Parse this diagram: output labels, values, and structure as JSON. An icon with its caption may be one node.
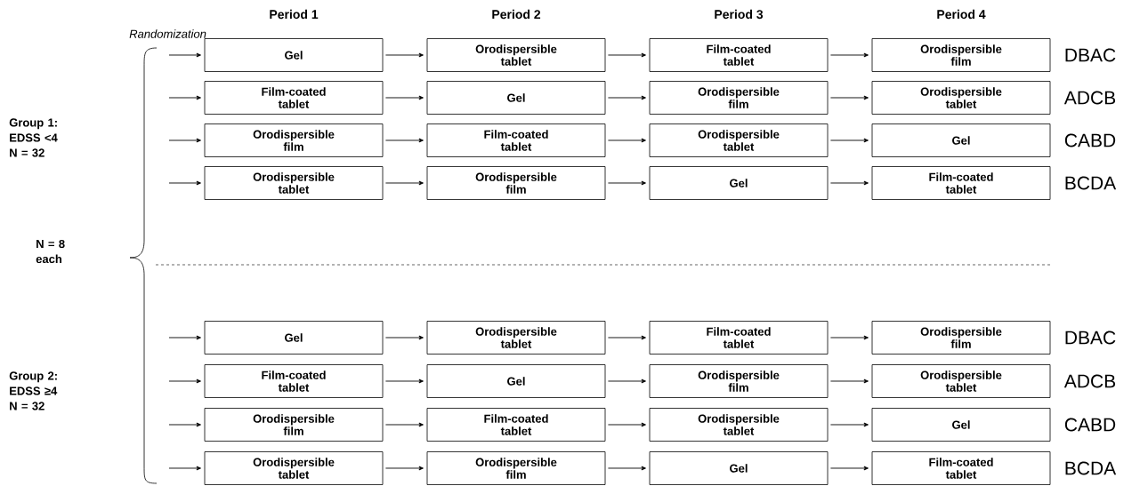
{
  "diagram": {
    "nodes": [
      {
        "text": [
          "Gel"
        ]
      },
      {
        "text": [
          "Orodispersible tablet"
        ]
      },
      {
        "text": [
          "Film-coated tablet"
        ]
      },
      {
        "text": [
          "Orodispersible film"
        ]
      },
      {
        "text": [
          "Film-coated tablet"
        ]
      },
      {
        "text": [
          "Gel"
        ]
      },
      {
        "text": [
          "Orodispersible film"
        ]
      },
      {
        "text": [
          "Orodispersible tablet"
        ]
      },
      {
        "text": [
          "Orodispersible film"
        ]
      },
      {
        "text": [
          "Film-coated tablet"
        ]
      },
      {
        "text": [
          "Orodispersible tablet"
        ]
      },
      {
        "text": [
          "Gel"
        ]
      },
      {
        "text": [
          "Orodispersible tablet"
        ]
      },
      {
        "text": [
          "Orodispersible film"
        ]
      },
      {
        "text": [
          "Gel"
        ]
      },
      {
        "text": [
          "Film-coated tablet"
        ]
      },
      {
        "text": [
          "Gel"
        ]
      },
      {
        "text": [
          "Orodispersible tablet"
        ]
      },
      {
        "text": [
          "Film-coated tablet"
        ]
      },
      {
        "text": [
          "Orodispersible film"
        ]
      },
      {
        "text": [
          "Film-coated tablet"
        ]
      },
      {
        "text": [
          "Gel"
        ]
      },
      {
        "text": [
          "Orodispersible film"
        ]
      },
      {
        "text": [
          "Orodispersible tablet"
        ]
      },
      {
        "text": [
          "Orodispersible film"
        ]
      },
      {
        "text": [
          "Film-coated tablet"
        ]
      },
      {
        "text": [
          "Orodispersible tablet"
        ]
      },
      {
        "text": [
          "Gel"
        ]
      },
      {
        "text": [
          "Orodispersible tablet"
        ]
      },
      {
        "text": [
          "Orodispersible film"
        ]
      },
      {
        "text": [
          "Gel"
        ]
      },
      {
        "text": [
          "Film-coated tablet"
        ]
      }
    ],
    "edges": [
      {
        "from": null,
        "to": 0,
        "arrow": "to"
      },
      {
        "from": 0,
        "to": 1,
        "arrow": "to"
      },
      {
        "from": 1,
        "to": 2,
        "arrow": "to"
      },
      {
        "from": 2,
        "to": 3,
        "arrow": "to"
      },
      {
        "from": null,
        "to": 4,
        "arrow": "to"
      },
      {
        "from": 4,
        "to": 5,
        "arrow": "to"
      },
      {
        "from": 5,
        "to": 6,
        "arrow": "to"
      },
      {
        "from": 6,
        "to": 7,
        "arrow": "to"
      },
      {
        "from": null,
        "to": 8,
        "arrow": "to"
      },
      {
        "from": 8,
        "to": 9,
        "arrow": "to"
      },
      {
        "from": 9,
        "to": 10,
        "arrow": "to"
      },
      {
        "from": 10,
        "to": 11,
        "arrow": "to"
      },
      {
        "from": null,
        "to": 12,
        "arrow": "to"
      },
      {
        "from": 12,
        "to": 13,
        "arrow": "to"
      },
      {
        "from": 13,
        "to": 14,
        "arrow": "to"
      },
      {
        "from": 14,
        "to": 15,
        "arrow": "to"
      },
      {
        "from": null,
        "to": 16,
        "arrow": "to"
      },
      {
        "from": 16,
        "to": 17,
        "arrow": "to"
      },
      {
        "from": 17,
        "to": 18,
        "arrow": "to"
      },
      {
        "from": 18,
        "to": 19,
        "arrow": "to"
      },
      {
        "from": null,
        "to": 20,
        "arrow": "to"
      },
      {
        "from": 20,
        "to": 21,
        "arrow": "to"
      },
      {
        "from": 21,
        "to": 22,
        "arrow": "to"
      },
      {
        "from": 22,
        "to": 23,
        "arrow": "to"
      },
      {
        "from": null,
        "to": 24,
        "arrow": "to"
      },
      {
        "from": 24,
        "to": 25,
        "arrow": "to"
      },
      {
        "from": 25,
        "to": 26,
        "arrow": "to"
      },
      {
        "from": 26,
        "to": 27,
        "arrow": "to"
      },
      {
        "from": null,
        "to": 28,
        "arrow": "to"
      },
      {
        "from": 28,
        "to": 29,
        "arrow": "to"
      },
      {
        "from": 29,
        "to": 30,
        "arrow": "to"
      },
      {
        "from": 30,
        "to": 31,
        "arrow": "to"
      }
    ],
    "labels": [
      "Period 1",
      "Period 2",
      "Period 3",
      "Period 4",
      "Randomization",
      "DBAC",
      "Group 1: EDSS <4 N = 32",
      "ADCB",
      "CABD",
      "BCDA",
      "N = 8 each",
      "DBAC",
      "ADCB",
      "Group 2: EDSS ≥4 N = 32",
      "CABD",
      "BCDA"
    ]
  }
}
